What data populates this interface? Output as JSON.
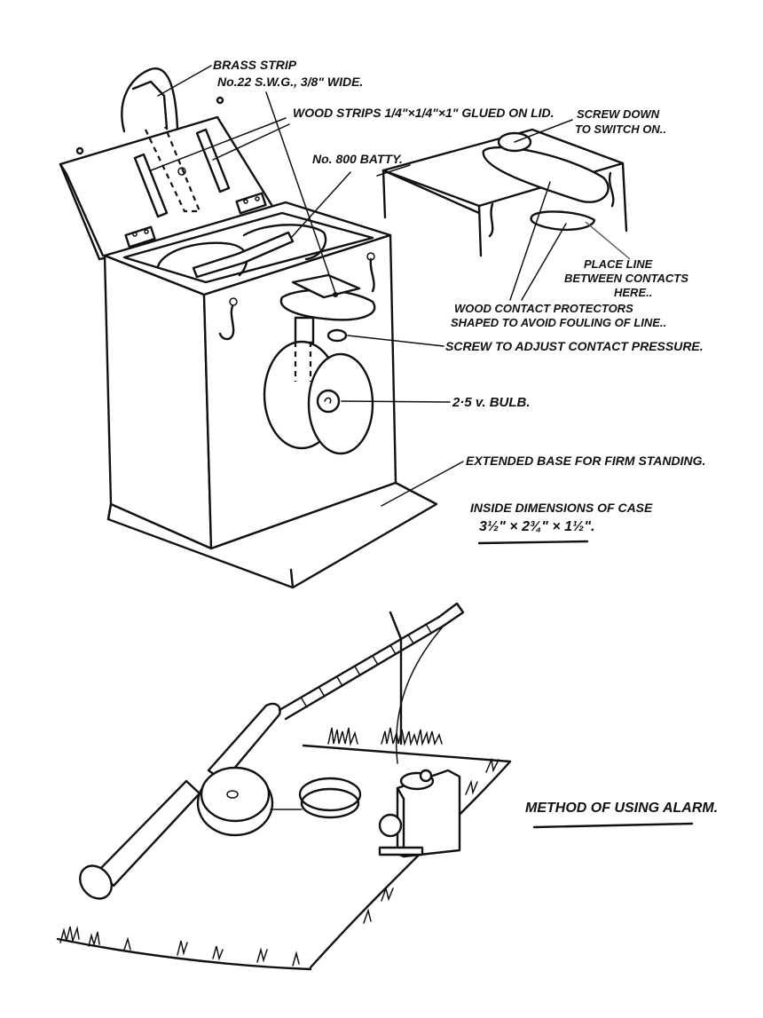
{
  "figure": {
    "title": "Bite alarm construction and method of use",
    "labels": {
      "brass_strip_line1": "BRASS STRIP",
      "brass_strip_line2": "No.22 S.W.G., 3/8\" WIDE.",
      "wood_strips": "WOOD STRIPS 1/4\"×1/4\"×1\" GLUED ON LID.",
      "battery": "No. 800 BATTY.",
      "screw_down_line1": "SCREW DOWN",
      "screw_down_line2": "TO SWITCH ON..",
      "place_line_line1": "PLACE LINE",
      "place_line_line2": "BETWEEN CONTACTS",
      "place_line_line3": "HERE..",
      "protectors_line1": "WOOD CONTACT PROTECTORS",
      "protectors_line2": "SHAPED TO AVOID FOULING OF LINE..",
      "adjust_screw": "SCREW TO ADJUST CONTACT PRESSURE.",
      "bulb": "2·5 v. BULB.",
      "base": "EXTENDED BASE FOR FIRM STANDING.",
      "dimensions_line1": "INSIDE DIMENSIONS OF CASE",
      "dimensions_line2": "3½\" × 2¾\" × 1½\".",
      "method": "METHOD OF USING ALARM."
    },
    "colors": {
      "ink": "#111111",
      "paper": "#ffffff"
    }
  }
}
